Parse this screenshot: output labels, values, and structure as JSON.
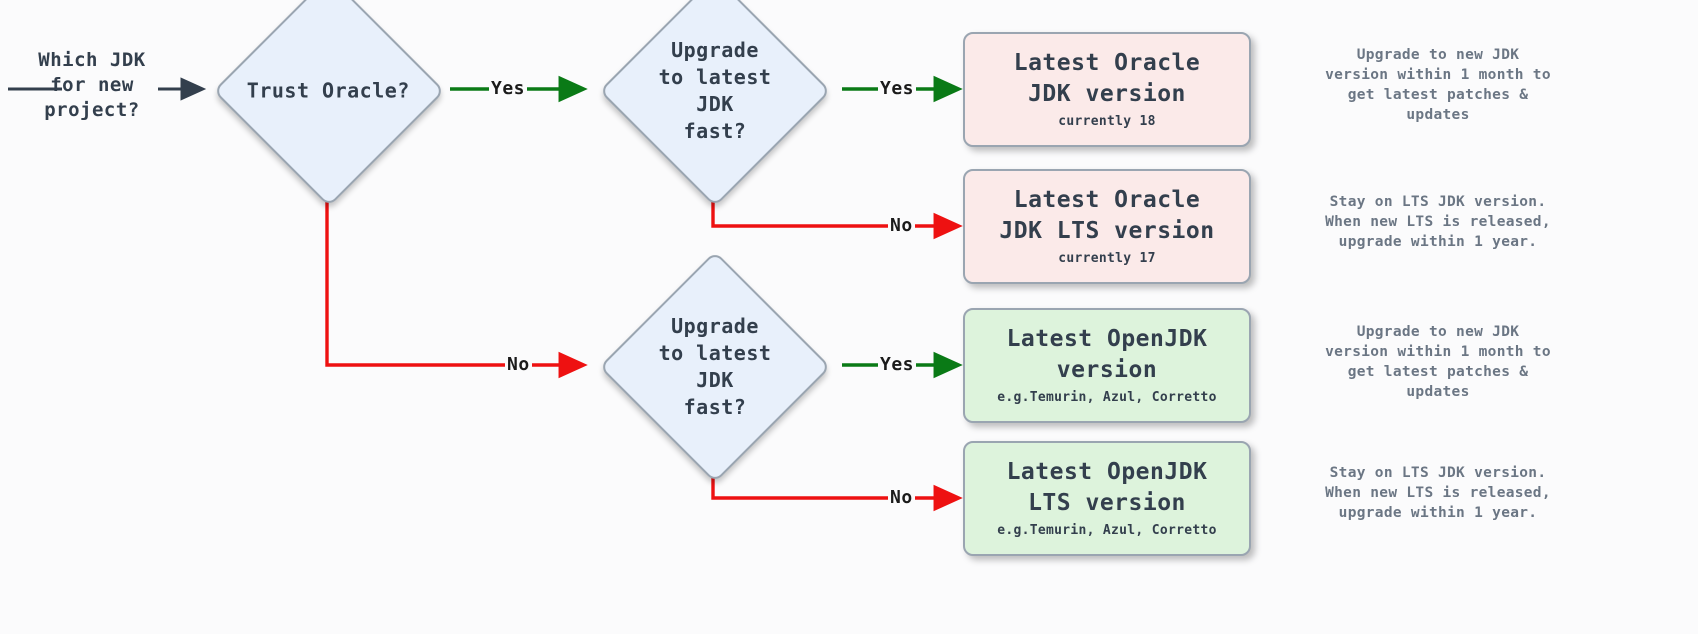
{
  "diagram": {
    "title": "Which JDK for new project decision flowchart",
    "entry": {
      "label": "Which JDK\nfor new\nproject?"
    },
    "colors": {
      "yes_edge": "#0a7a16",
      "no_edge": "#ee1111",
      "entry_edge": "#333f4d",
      "decision_fill": "#e8f0fb",
      "decision_stroke": "#9aa5b1",
      "oracle_fill": "#fbeae9",
      "openjdk_fill": "#ddf3dc",
      "text": "#333f4d",
      "note_text": "#6b7684"
    },
    "decisions": [
      {
        "id": "trust-oracle",
        "label": "Trust Oracle?"
      },
      {
        "id": "upgrade-fast-oracle",
        "label": "Upgrade\nto latest JDK\nfast?"
      },
      {
        "id": "upgrade-fast-openjdk",
        "label": "Upgrade\nto latest JDK\nfast?"
      }
    ],
    "edges": [
      {
        "id": "trust-yes",
        "label": "Yes",
        "color": "yes"
      },
      {
        "id": "trust-no",
        "label": "No",
        "color": "no"
      },
      {
        "id": "oracle-fast-yes",
        "label": "Yes",
        "color": "yes"
      },
      {
        "id": "oracle-fast-no",
        "label": "No",
        "color": "no"
      },
      {
        "id": "openjdk-fast-yes",
        "label": "Yes",
        "color": "yes"
      },
      {
        "id": "openjdk-fast-no",
        "label": "No",
        "color": "no"
      }
    ],
    "results": [
      {
        "id": "latest-oracle-jdk",
        "title": "Latest Oracle\nJDK version",
        "subtitle": "currently 18",
        "kind": "oracle",
        "note": "Upgrade to new JDK\nversion within 1 month to\nget latest patches &\nupdates"
      },
      {
        "id": "latest-oracle-jdk-lts",
        "title": "Latest Oracle\nJDK LTS version",
        "subtitle": "currently 17",
        "kind": "oracle",
        "note": "Stay on LTS JDK version.\nWhen new LTS is released,\nupgrade within 1 year."
      },
      {
        "id": "latest-openjdk",
        "title": "Latest OpenJDK\nversion",
        "subtitle": "e.g.Temurin, Azul, Corretto",
        "kind": "openjdk",
        "note": "Upgrade to new JDK\nversion within 1 month to\nget latest patches &\nupdates"
      },
      {
        "id": "latest-openjdk-lts",
        "title": "Latest OpenJDK\nLTS version",
        "subtitle": "e.g.Temurin, Azul, Corretto",
        "kind": "openjdk",
        "note": "Stay on LTS JDK version.\nWhen new LTS is released,\nupgrade within 1 year."
      }
    ]
  }
}
